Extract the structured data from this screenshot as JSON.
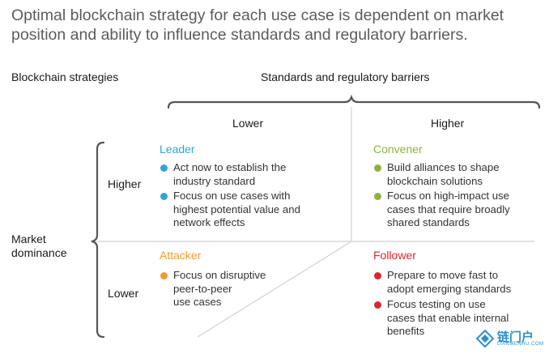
{
  "title": "Optimal blockchain strategy for each use case is dependent on market position and ability to influence standards and regulatory barriers.",
  "labels": {
    "blockchain_strategies": "Blockchain strategies",
    "standards_barriers": "Standards and regulatory barriers",
    "col_lower": "Lower",
    "col_higher": "Higher",
    "row_higher": "Higher",
    "row_lower": "Lower",
    "market_dominance_1": "Market",
    "market_dominance_2": "dominance"
  },
  "quadrants": {
    "leader": {
      "title": "Leader",
      "color": "#2da7d9",
      "bullets": [
        [
          "Act now to establish the",
          "industry standard"
        ],
        [
          "Focus on use cases with",
          "highest potential value and",
          "network effects"
        ]
      ]
    },
    "convener": {
      "title": "Convener",
      "color": "#8ab33f",
      "bullets": [
        [
          "Build alliances to shape",
          "blockchain solutions"
        ],
        [
          "Focus on high-impact use",
          "cases that require broadly",
          "shared standards"
        ]
      ]
    },
    "attacker": {
      "title": "Attacker",
      "color": "#f39a2a",
      "bullets": [
        [
          "Focus on disruptive",
          "peer-to-peer",
          "use cases"
        ]
      ]
    },
    "follower": {
      "title": "Follower",
      "color": "#d9262f",
      "bullets": [
        [
          "Prepare to move fast to",
          "adopt emerging standards"
        ],
        [
          "Focus testing on use",
          "cases that enable internal",
          "benefits"
        ]
      ]
    }
  },
  "watermark": {
    "text": "链门户",
    "subtext": "LIANMENHU.COM",
    "icon": "diamond-logo-icon",
    "color": "#2a8fcf"
  }
}
